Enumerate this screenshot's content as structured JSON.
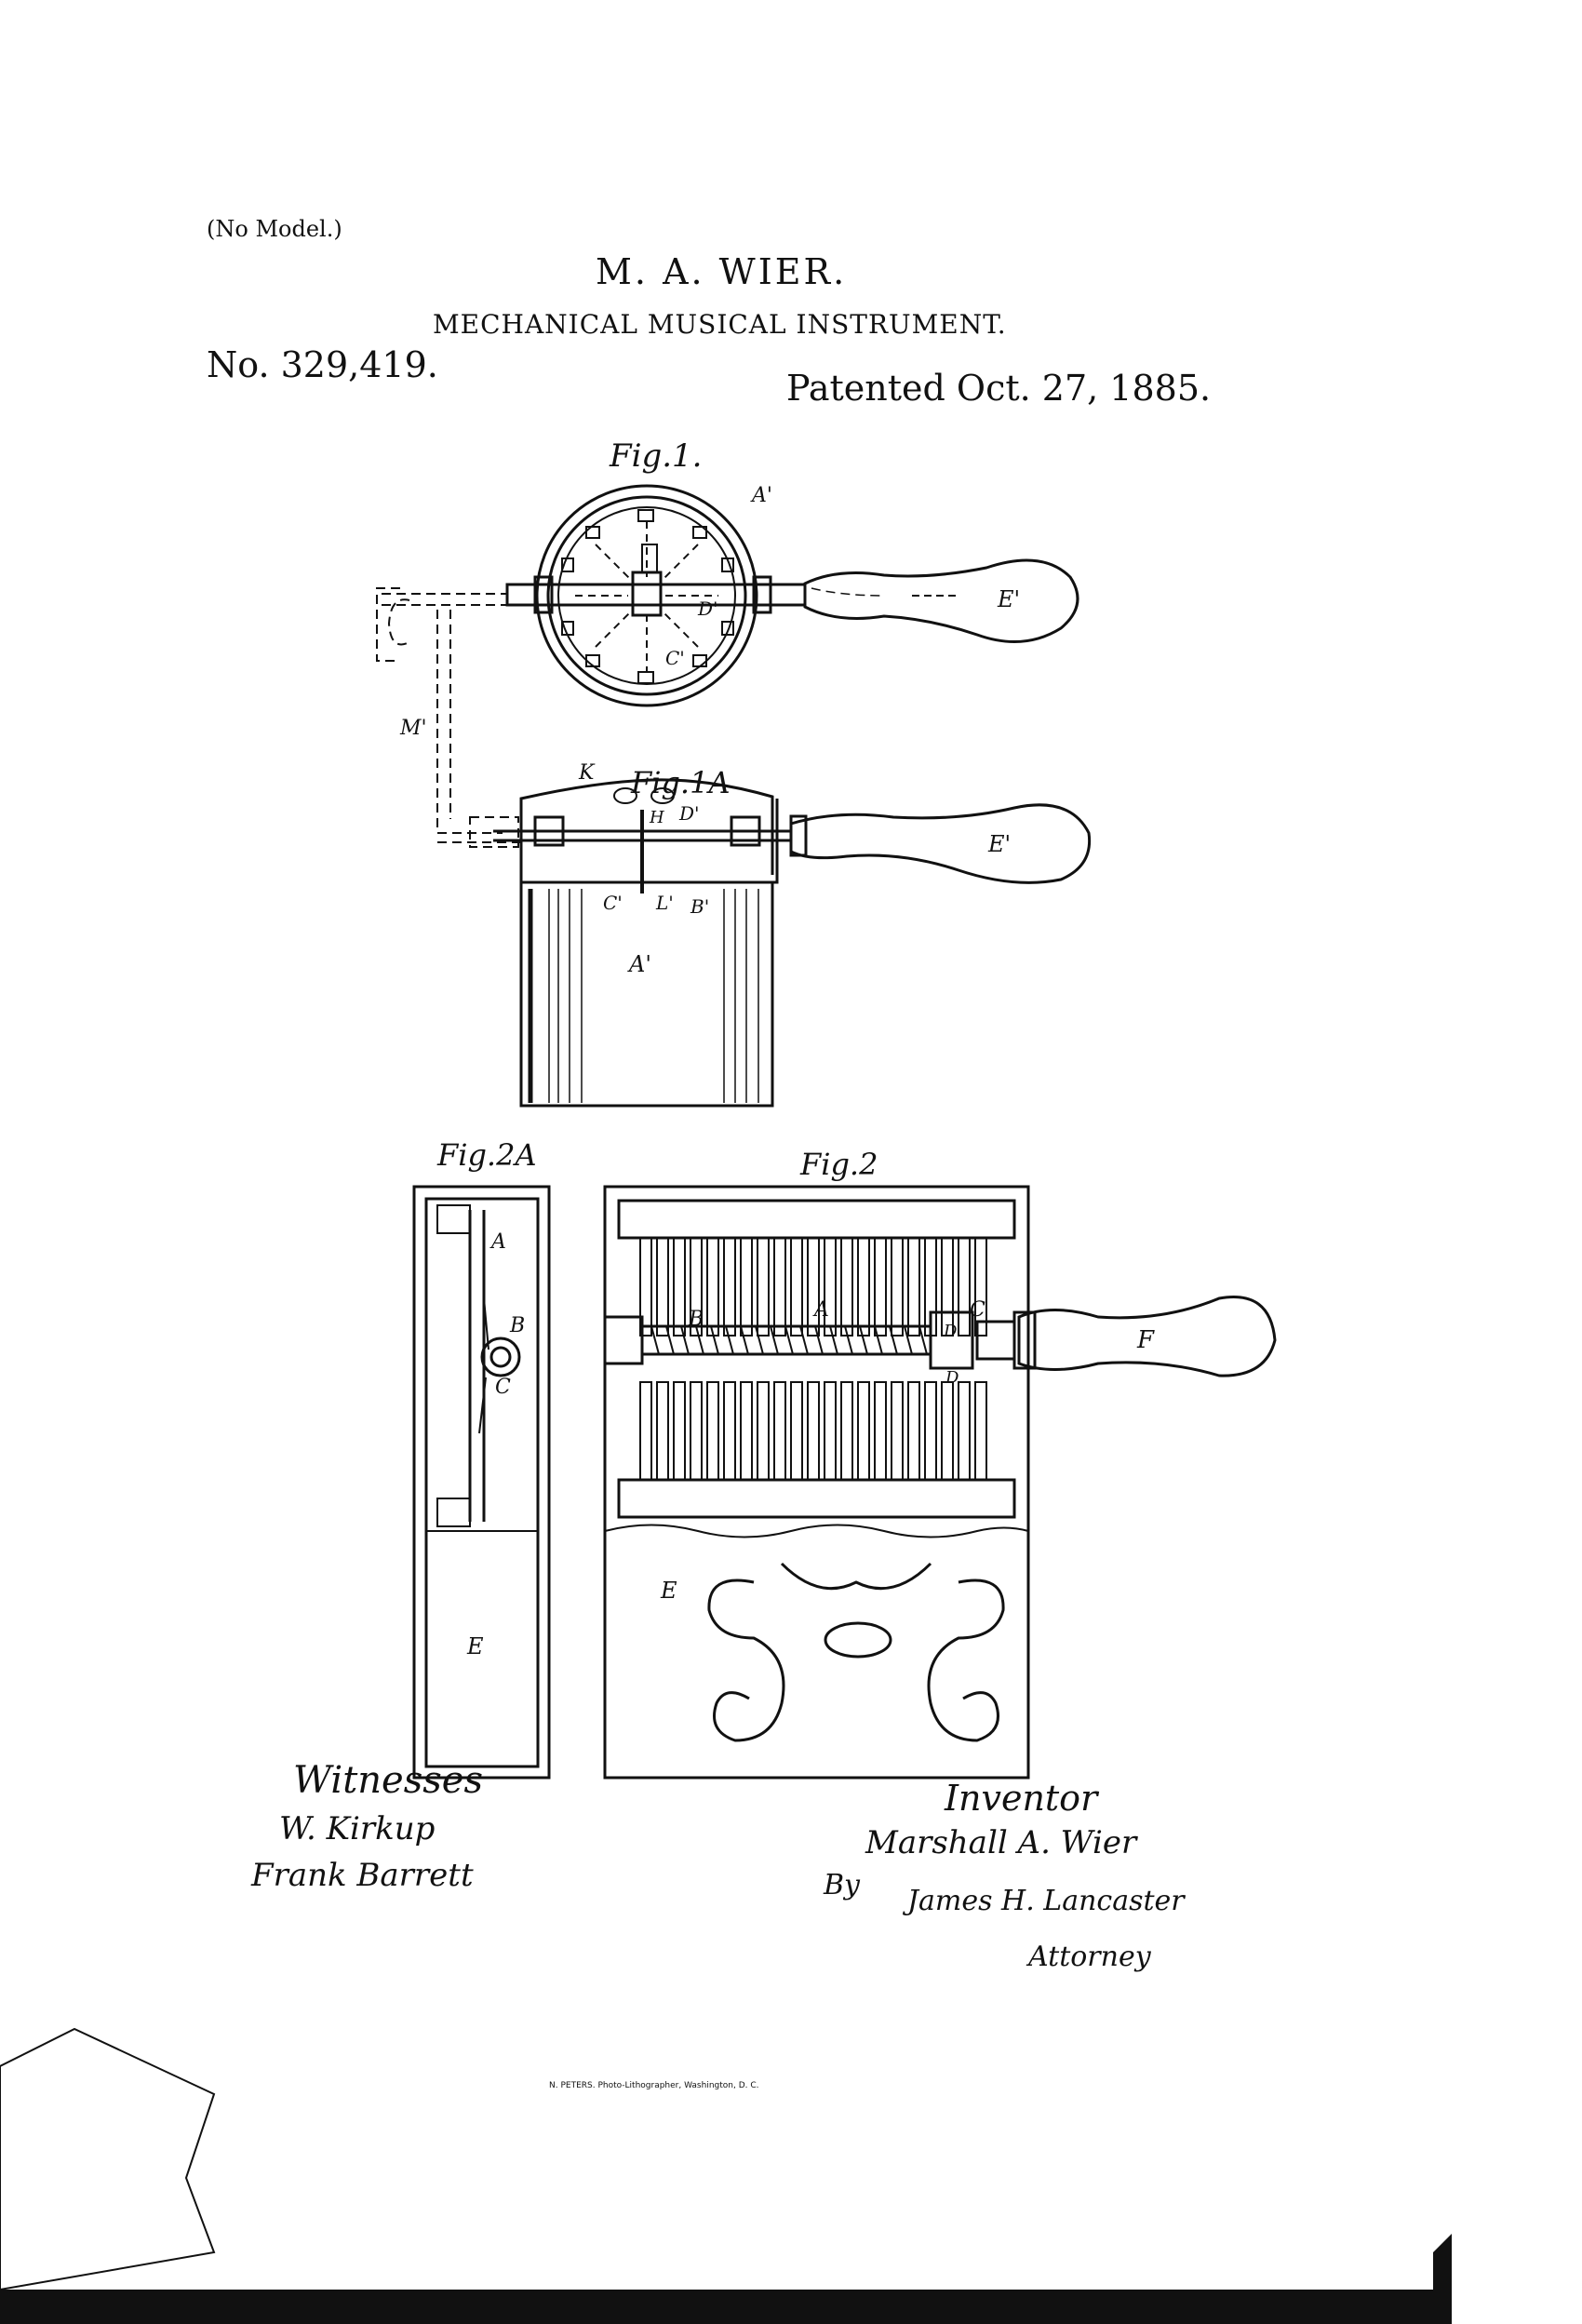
{
  "header": {
    "no_model": "(No Model.)",
    "inventor_name": "M. A. WIER.",
    "title": "MECHANICAL MUSICAL INSTRUMENT.",
    "patent_number": "No. 329,419.",
    "patented_date": "Patented Oct. 27, 1885."
  },
  "figures": {
    "fig1": "Fig.1.",
    "fig1a": "Fig.1A",
    "fig2": "Fig.2",
    "fig2a": "Fig.2A"
  },
  "labels": {
    "A_prime": "A'",
    "E_prime": "E'",
    "M_prime": "M'",
    "C_prime": "C'",
    "D_prime": "D'",
    "L_prime": "L'",
    "B_prime": "B'",
    "K": "K",
    "H": "H",
    "A": "A",
    "B": "B",
    "C": "C",
    "D": "D",
    "E": "E",
    "F": "F"
  },
  "footer": {
    "witnesses_label": "Witnesses",
    "inventor_label": "Inventor",
    "by_label": "By",
    "attorney_label": "Attorney",
    "printer": "N. PETERS. Photo-Lithographer, Washington, D. C."
  },
  "signatures": {
    "witness_1": "W. Kirkup",
    "witness_2": "Frank Barrett",
    "inventor": "Marshall A. Wier",
    "attorney": "James H. Lancaster"
  },
  "colors": {
    "ink": "#111111",
    "paper": "#ffffff"
  }
}
